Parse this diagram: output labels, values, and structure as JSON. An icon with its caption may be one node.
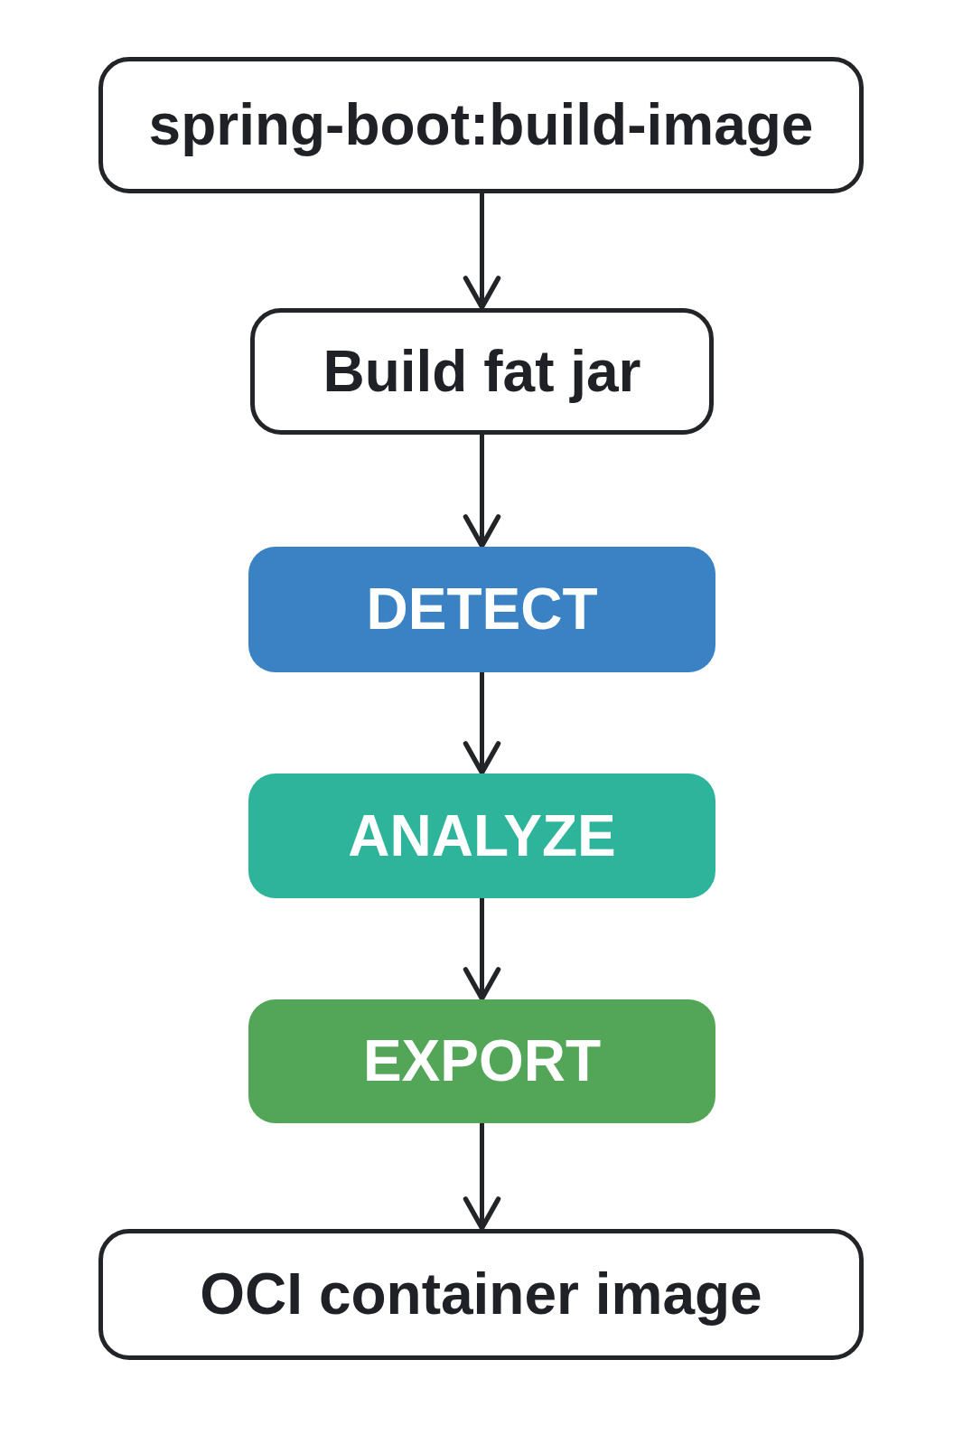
{
  "diagram": {
    "nodes": [
      {
        "text": [
          "spring-boot:build-image"
        ]
      },
      {
        "text": [
          "Build fat jar"
        ]
      },
      {
        "text": [
          "DETECT"
        ]
      },
      {
        "text": [
          "ANALYZE"
        ]
      },
      {
        "text": [
          "EXPORT"
        ]
      },
      {
        "text": [
          "OCI container image"
        ]
      }
    ],
    "edges": [
      {
        "from": 0,
        "to": 1,
        "arrow": "to"
      },
      {
        "from": 1,
        "to": 2,
        "arrow": "to"
      },
      {
        "from": 2,
        "to": 3,
        "arrow": "to"
      },
      {
        "from": 3,
        "to": 4,
        "arrow": "to"
      },
      {
        "from": 4,
        "to": 5,
        "arrow": "to"
      }
    ]
  }
}
